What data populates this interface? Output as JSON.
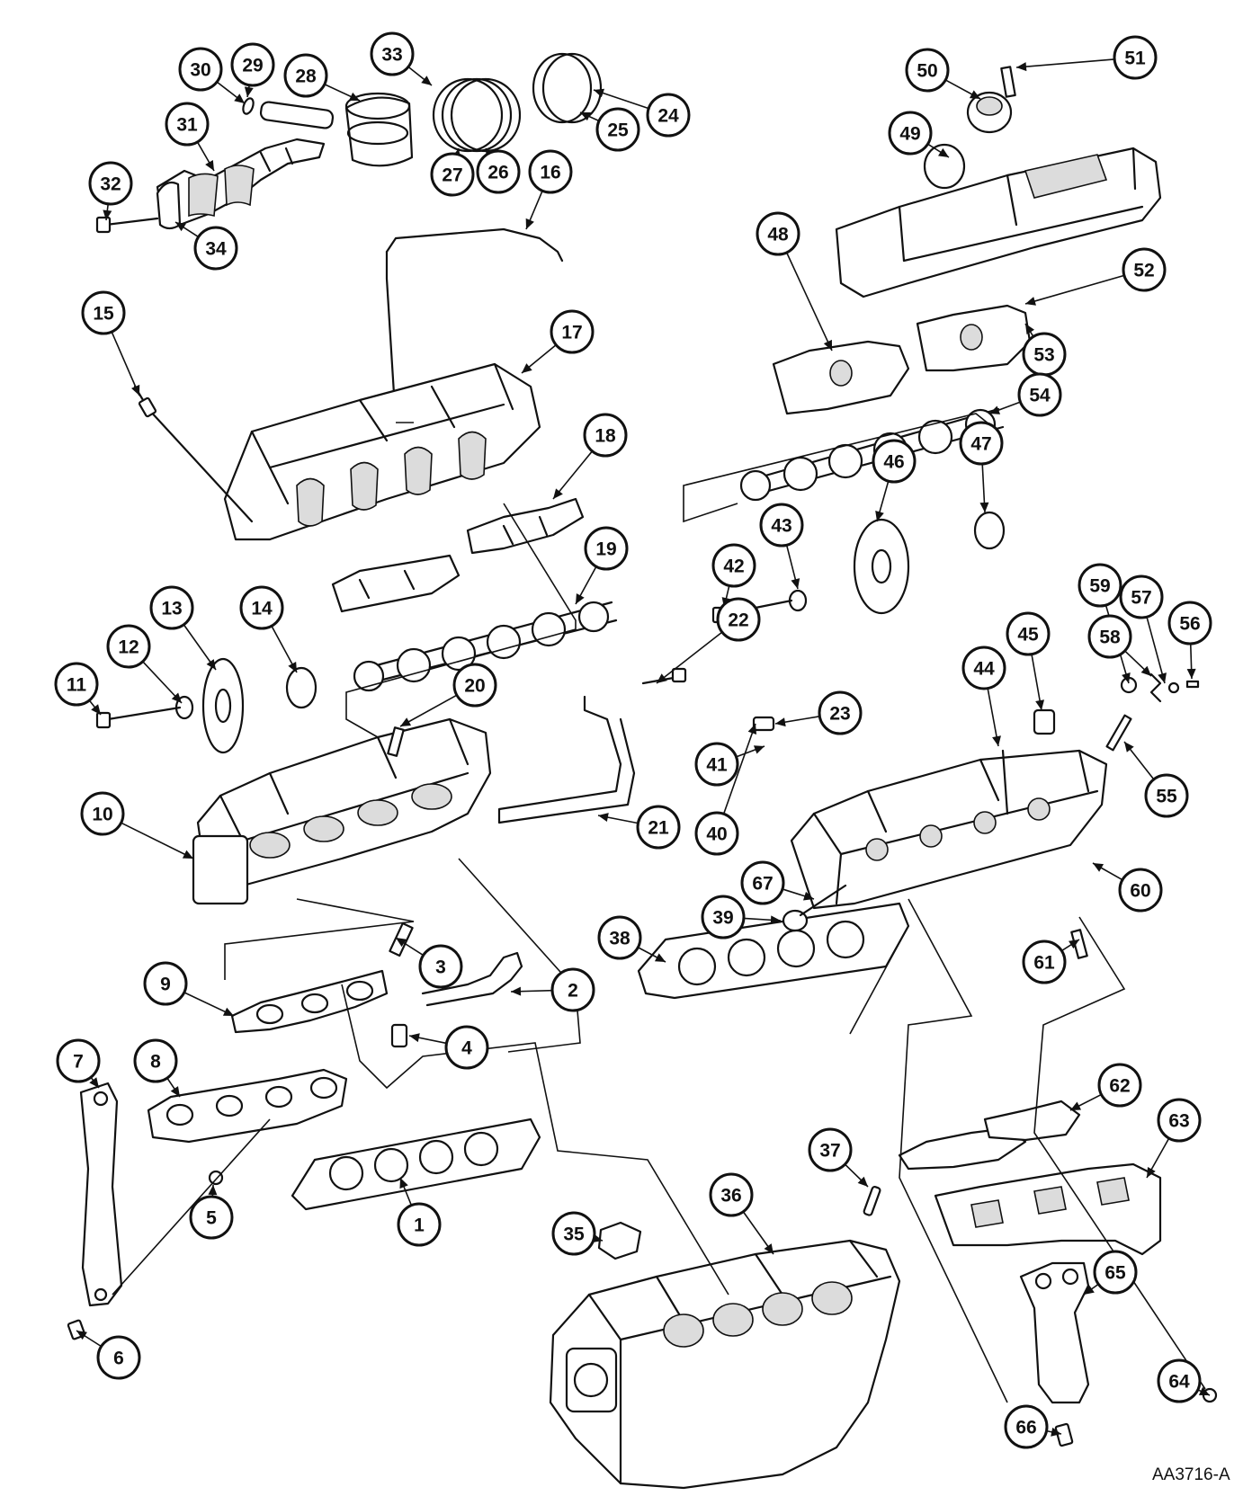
{
  "figure_code": "AA3716-A",
  "callouts": [
    "1",
    "2",
    "3",
    "4",
    "5",
    "6",
    "7",
    "8",
    "9",
    "10",
    "11",
    "12",
    "13",
    "14",
    "15",
    "16",
    "17",
    "18",
    "19",
    "20",
    "21",
    "22",
    "23",
    "24",
    "25",
    "26",
    "27",
    "28",
    "29",
    "30",
    "31",
    "32",
    "33",
    "34",
    "35",
    "36",
    "37",
    "38",
    "39",
    "40",
    "41",
    "42",
    "43",
    "44",
    "45",
    "46",
    "47",
    "48",
    "49",
    "50",
    "51",
    "52",
    "53",
    "54",
    "55",
    "56",
    "57",
    "58",
    "59",
    "60",
    "61",
    "62",
    "63",
    "64",
    "65",
    "66",
    "67"
  ]
}
